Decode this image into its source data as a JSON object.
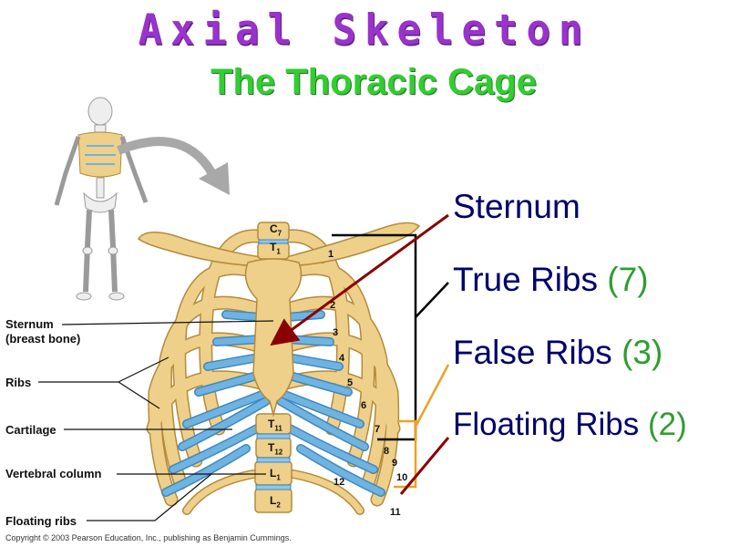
{
  "title": "Axial Skeleton",
  "subtitle": "The Thoracic Cage",
  "terms": [
    {
      "name": "Sternum",
      "count": ""
    },
    {
      "name": "True Ribs ",
      "count": "(7)"
    },
    {
      "name": "False Ribs ",
      "count": "(3)"
    },
    {
      "name": "Floating Ribs ",
      "count": "(2)"
    }
  ],
  "left_labels": {
    "sternum": "Sternum",
    "sternum_sub": "(breast bone)",
    "ribs": "Ribs",
    "cartilage": "Cartilage",
    "vertebral_column": "Vertebral column",
    "floating_ribs": "Floating ribs"
  },
  "vertebrae": {
    "c": "C",
    "c_sub": "7",
    "t1": "T",
    "t1_sub": "1",
    "t11": "T",
    "t11_sub": "11",
    "t12": "T",
    "t12_sub": "12",
    "l1": "L",
    "l1_sub": "1",
    "l2": "L",
    "l2_sub": "2"
  },
  "rib_numbers": [
    "1",
    "2",
    "3",
    "4",
    "5",
    "6",
    "7",
    "8",
    "9",
    "10",
    "11",
    "12"
  ],
  "copyright": "Copyright © 2003 Pearson Education, Inc., publishing as Benjamin Cummings.",
  "colors": {
    "bone": "#eed08a",
    "bone_edge": "#b58a3a",
    "cartilage": "#6fb3e0",
    "title": "#9933cc",
    "subtitle": "#33cc33",
    "term": "#00006b",
    "count": "#2e9e2e",
    "bracket": "#000000",
    "false_bracket": "#f0a020",
    "pointer": "#8b0000"
  }
}
